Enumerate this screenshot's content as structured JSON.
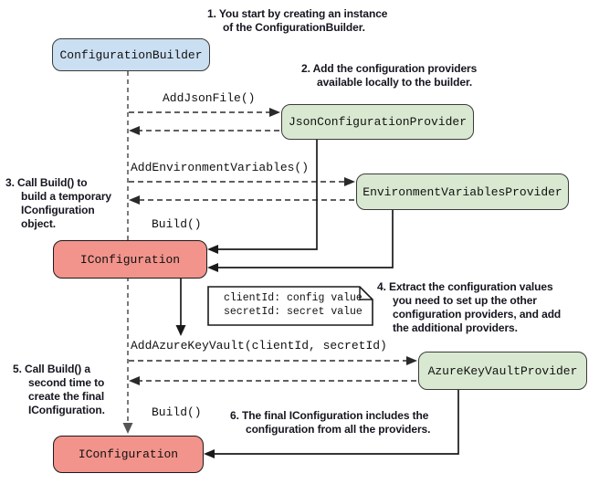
{
  "diagram": {
    "type": "sequence-flow",
    "boxes": {
      "configuration_builder": {
        "label": "ConfigurationBuilder",
        "fill": "#cbdff2",
        "border": "#3a3a3a"
      },
      "json_provider": {
        "label": "JsonConfigurationProvider",
        "fill": "#d9e9d1",
        "border": "#3a3a3a"
      },
      "env_provider": {
        "label": "EnvironmentVariablesProvider",
        "fill": "#d9e9d1",
        "border": "#3a3a3a"
      },
      "iconfiguration_temp": {
        "label": "IConfiguration",
        "fill": "#f2948c",
        "border": "#1a1a1a"
      },
      "azure_provider": {
        "label": "AzureKeyVaultProvider",
        "fill": "#d9e9d1",
        "border": "#3a3a3a"
      },
      "iconfiguration_final": {
        "label": "IConfiguration",
        "fill": "#f2948c",
        "border": "#1a1a1a"
      }
    },
    "messages": {
      "add_json_file": "AddJsonFile()",
      "add_environment_variables": "AddEnvironmentVariables()",
      "build_first": "Build()",
      "add_azure_key_vault": "AddAzureKeyVault(clientId, secretId)",
      "build_second": "Build()"
    },
    "note": {
      "text": "clientId: config value\nsecretId: secret value"
    },
    "annotations": {
      "step1": "1. You start by creating an instance\nof the ConfigurationBuilder.",
      "step2": "2. Add the configuration providers\navailable locally to the builder.",
      "step3": "3. Call Build() to\nbuild a temporary\nIConfiguration\nobject.",
      "step4": "4. Extract the configuration values\nyou need to set up the other\nconfiguration providers, and add\nthe additional providers.",
      "step5": "5. Call Build() a\nsecond time to\ncreate the final\nIConfiguration.",
      "step6": "6. The final IConfiguration includes the\nconfiguration from all the providers."
    },
    "colors": {
      "lifeline": "#7a7a7a",
      "dashed_arrow": "#4a4a4a",
      "solid_arrow": "#1a1a1a",
      "annotation_text": "#15151f",
      "note_fill": "#ffffff"
    }
  }
}
